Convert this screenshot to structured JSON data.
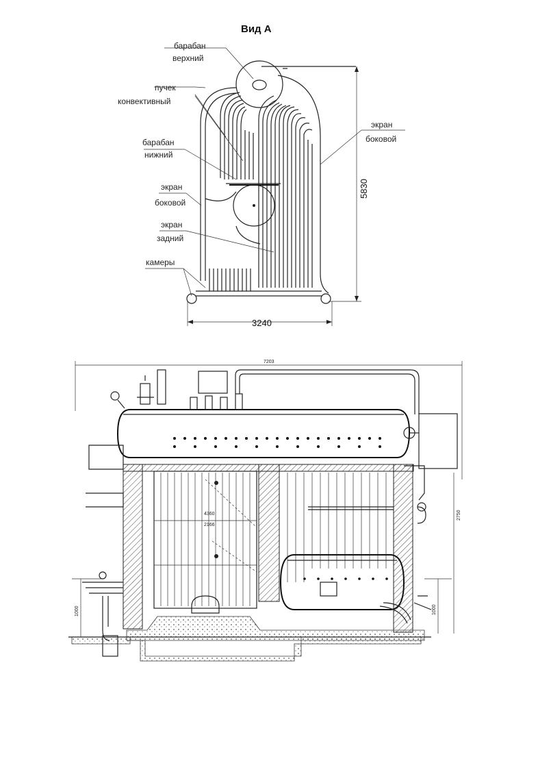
{
  "top_view": {
    "title": "Вид А",
    "labels": {
      "drum_upper_1": "барабан",
      "drum_upper_2": "верхний",
      "bundle_1": "пучек",
      "bundle_2": "конвективный",
      "drum_lower_1": "барабан",
      "drum_lower_2": "нижний",
      "screen_side_left_1": "экран",
      "screen_side_left_2": "боковой",
      "screen_rear_1": "экран",
      "screen_rear_2": "задний",
      "chambers": "камеры",
      "screen_side_right_1": "экран",
      "screen_side_right_2": "боковой"
    },
    "dimensions": {
      "height": "5830",
      "width": "3240"
    }
  },
  "side_view": {
    "dimensions": {
      "overall_length": "7203",
      "overall_height": "2750",
      "left_height": "1000",
      "right_height": "1000",
      "inner_1": "4360",
      "inner_2": "2166"
    }
  }
}
